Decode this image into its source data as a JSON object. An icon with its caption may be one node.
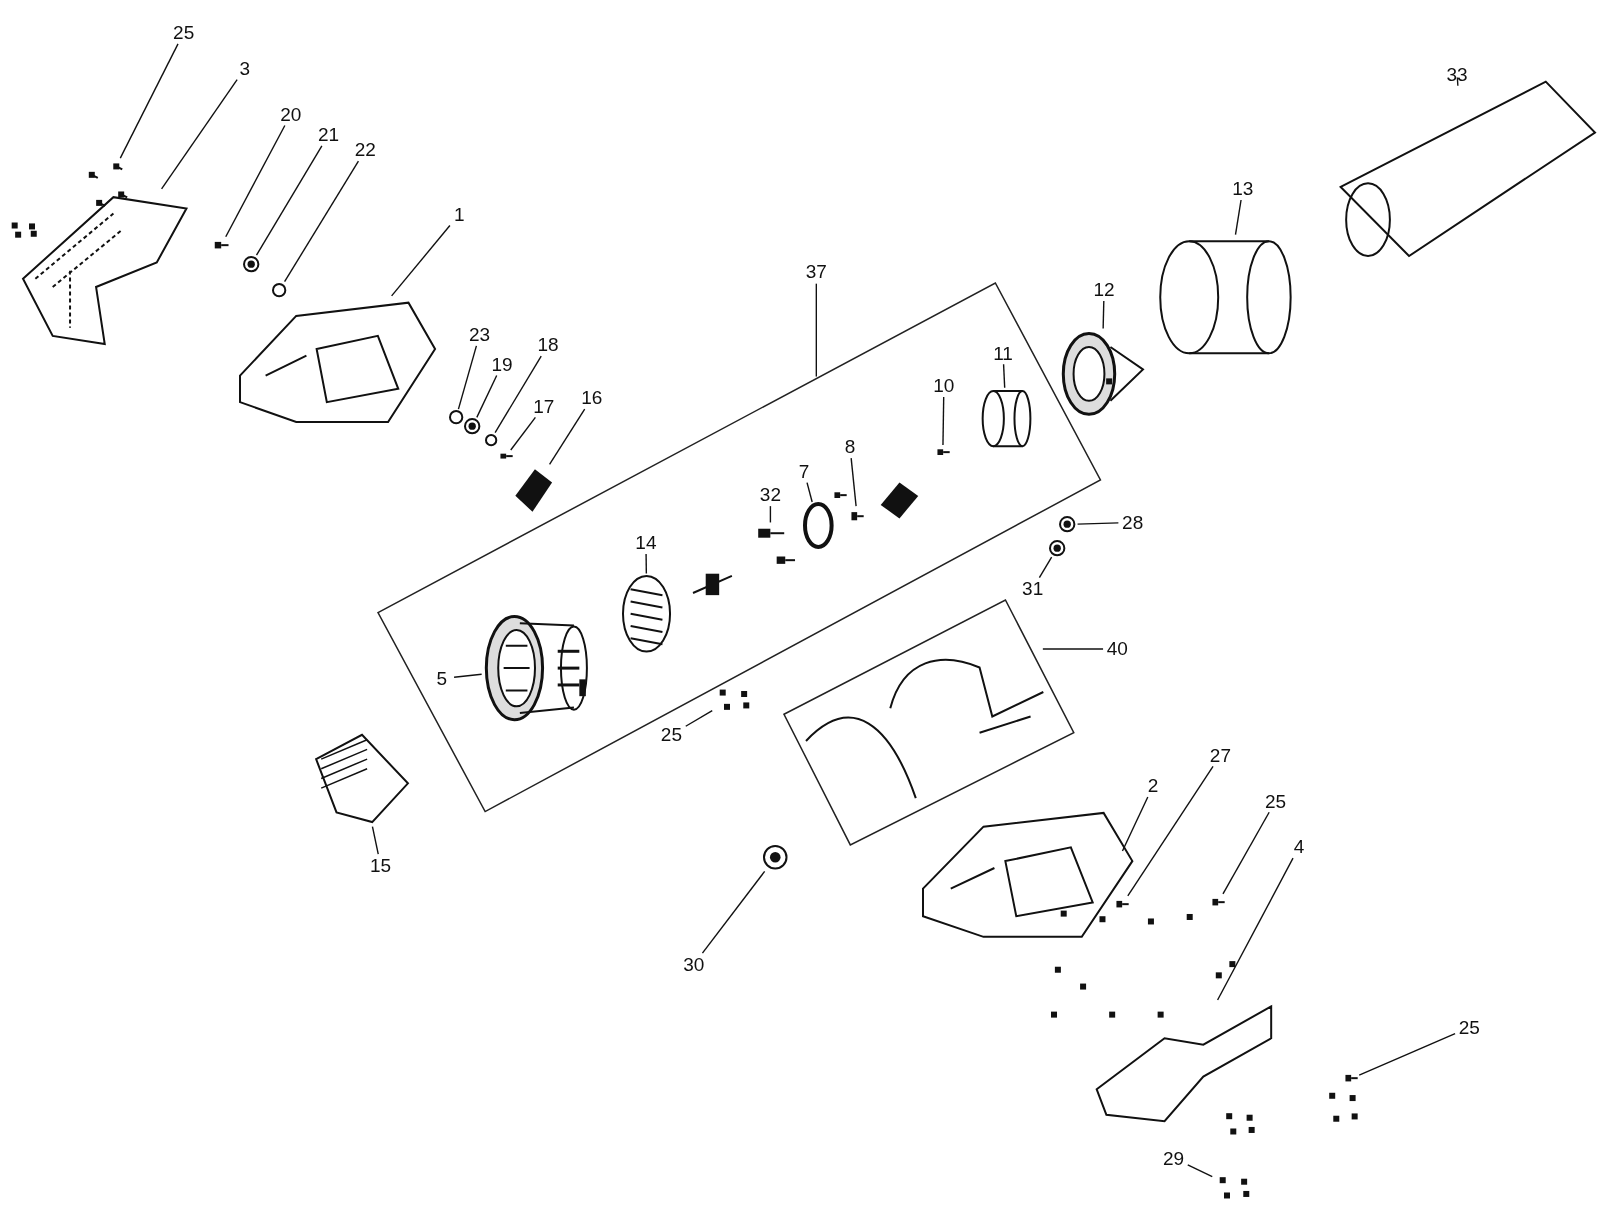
{
  "diagram": {
    "nodes": [
      {
        "text": [
          "25"
        ]
      },
      {
        "text": [],
        "shape": "picture"
      },
      {
        "text": [
          "3"
        ]
      },
      {
        "text": [],
        "shape": "picture"
      },
      {
        "text": [
          "20"
        ]
      },
      {
        "text": [],
        "shape": "picture"
      },
      {
        "text": [
          "21"
        ]
      },
      {
        "text": [],
        "shape": "picture"
      },
      {
        "text": [
          "22"
        ]
      },
      {
        "text": [],
        "shape": "circle"
      },
      {
        "text": [
          "1"
        ]
      },
      {
        "text": [],
        "shape": "picture"
      },
      {
        "text": [
          "23"
        ]
      },
      {
        "text": [],
        "shape": "circle"
      },
      {
        "text": [
          "19"
        ]
      },
      {
        "text": [],
        "shape": "picture"
      },
      {
        "text": [
          "18"
        ]
      },
      {
        "text": [],
        "shape": "circle"
      },
      {
        "text": [
          "17"
        ]
      },
      {
        "text": [],
        "shape": "picture"
      },
      {
        "text": [
          "16"
        ]
      },
      {
        "text": [],
        "shape": "picture"
      },
      {
        "text": [],
        "shape": "box"
      },
      {
        "text": [
          "37"
        ]
      },
      {
        "text": [
          "11"
        ],
        "in": 22
      },
      {
        "text": [],
        "shape": "picture",
        "in": 22
      },
      {
        "text": [
          "10"
        ],
        "in": 22
      },
      {
        "text": [],
        "shape": "picture",
        "in": 22
      },
      {
        "text": [
          "8"
        ],
        "in": 22
      },
      {
        "text": [],
        "shape": "picture",
        "in": 22
      },
      {
        "text": [
          "7"
        ],
        "in": 22
      },
      {
        "text": [],
        "shape": "circle",
        "in": 22
      },
      {
        "text": [
          "32"
        ],
        "in": 22
      },
      {
        "text": [],
        "shape": "picture",
        "in": 22
      },
      {
        "text": [
          "14"
        ],
        "in": 22
      },
      {
        "text": [],
        "shape": "picture",
        "in": 22
      },
      {
        "text": [
          "5"
        ],
        "in": 22
      },
      {
        "text": [],
        "shape": "picture",
        "in": 22
      },
      {
        "text": [
          "12"
        ]
      },
      {
        "text": [],
        "shape": "picture"
      },
      {
        "text": [
          "13"
        ]
      },
      {
        "text": [],
        "shape": "picture"
      },
      {
        "text": [
          "33"
        ]
      },
      {
        "text": [],
        "shape": "picture"
      },
      {
        "text": [
          "28"
        ]
      },
      {
        "text": [],
        "shape": "picture"
      },
      {
        "text": [
          "31"
        ]
      },
      {
        "text": [],
        "shape": "picture"
      },
      {
        "text": [],
        "shape": "box"
      },
      {
        "text": [
          "40"
        ]
      },
      {
        "text": [],
        "shape": "picture",
        "in": 48
      },
      {
        "text": [
          "25"
        ]
      },
      {
        "text": [],
        "shape": "picture"
      },
      {
        "text": [
          "15"
        ]
      },
      {
        "text": [],
        "shape": "picture"
      },
      {
        "text": [
          "30"
        ]
      },
      {
        "text": [],
        "shape": "picture"
      },
      {
        "text": [
          "2"
        ]
      },
      {
        "text": [],
        "shape": "picture"
      },
      {
        "text": [
          "27"
        ]
      },
      {
        "text": [],
        "shape": "picture"
      },
      {
        "text": [
          "25"
        ]
      },
      {
        "text": [],
        "shape": "picture"
      },
      {
        "text": [
          "4"
        ]
      },
      {
        "text": [],
        "shape": "picture"
      },
      {
        "text": [
          "25"
        ]
      },
      {
        "text": [],
        "shape": "picture"
      },
      {
        "text": [
          "29"
        ]
      },
      {
        "text": [],
        "shape": "picture"
      }
    ],
    "edges": [
      {
        "from": 0,
        "to": 1,
        "arrow": "none"
      },
      {
        "from": 2,
        "to": 3,
        "arrow": "none"
      },
      {
        "from": 4,
        "to": 5,
        "arrow": "none"
      },
      {
        "from": 6,
        "to": 7,
        "arrow": "none"
      },
      {
        "from": 8,
        "to": 9,
        "arrow": "none"
      },
      {
        "from": 10,
        "to": 11,
        "arrow": "none"
      },
      {
        "from": 12,
        "to": 13,
        "arrow": "none"
      },
      {
        "from": 14,
        "to": 15,
        "arrow": "none"
      },
      {
        "from": 16,
        "to": 17,
        "arrow": "none"
      },
      {
        "from": 18,
        "to": 19,
        "arrow": "none"
      },
      {
        "from": 20,
        "to": 21,
        "arrow": "none"
      },
      {
        "from": 23,
        "to": 22,
        "arrow": "none"
      },
      {
        "from": 24,
        "to": 25,
        "arrow": "none"
      },
      {
        "from": 26,
        "to": 27,
        "arrow": "none"
      },
      {
        "from": 28,
        "to": 29,
        "arrow": "none"
      },
      {
        "from": 30,
        "to": 31,
        "arrow": "none"
      },
      {
        "from": 32,
        "to": 33,
        "arrow": "none"
      },
      {
        "from": 34,
        "to": 35,
        "arrow": "none"
      },
      {
        "from": 36,
        "to": 37,
        "arrow": "none"
      },
      {
        "from": 38,
        "to": 39,
        "arrow": "none"
      },
      {
        "from": 40,
        "to": 41,
        "arrow": "none"
      },
      {
        "from": 42,
        "to": 43,
        "arrow": "none"
      },
      {
        "from": 44,
        "to": 45,
        "arrow": "none"
      },
      {
        "from": 46,
        "to": 47,
        "arrow": "none"
      },
      {
        "from": 49,
        "to": 48,
        "arrow": "none"
      },
      {
        "from": 51,
        "to": 52,
        "arrow": "none"
      },
      {
        "from": 53,
        "to": 54,
        "arrow": "none"
      },
      {
        "from": 55,
        "to": 56,
        "arrow": "none"
      },
      {
        "from": 57,
        "to": 58,
        "arrow": "none"
      },
      {
        "from": 59,
        "to": 60,
        "arrow": "none"
      },
      {
        "from": 61,
        "to": 62,
        "arrow": "none"
      },
      {
        "from": 63,
        "to": 64,
        "arrow": "none"
      },
      {
        "from": 65,
        "to": 66,
        "arrow": "none"
      },
      {
        "from": 67,
        "to": 68,
        "arrow": "none"
      }
    ]
  }
}
